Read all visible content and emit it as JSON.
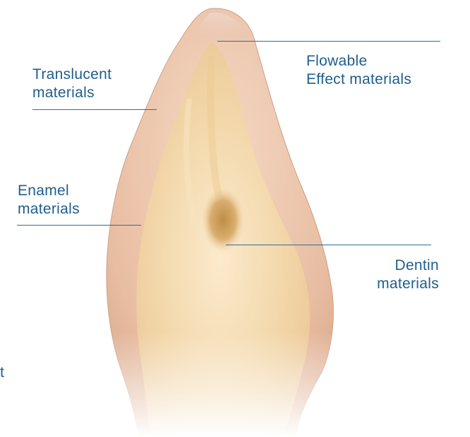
{
  "labels": {
    "flowable": {
      "line1": "Flowable",
      "line2": "Effect materials"
    },
    "translucent": {
      "line1": "Translucent",
      "line2": "materials"
    },
    "enamel": {
      "line1": "Enamel",
      "line2": "materials"
    },
    "dentin": {
      "line1": "Dentin",
      "line2": "materials"
    },
    "edge_fragment": "t"
  },
  "colors": {
    "label_text": "#1f5d8c",
    "leader_line": "#2f6d9a",
    "enamel_layer": "#e9c1a6",
    "dentin_core": "#f3d8ab",
    "pulp": "#c9994d"
  },
  "image": {
    "subject": "tooth cross-section illustration"
  }
}
